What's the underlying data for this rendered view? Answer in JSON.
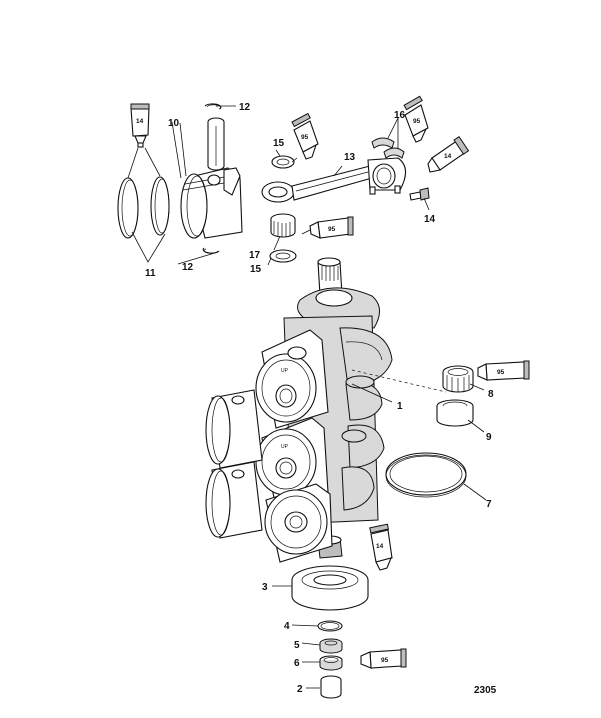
{
  "diagram": {
    "figure_number": "2305",
    "piston_mark": "UP",
    "callouts": [
      "1",
      "2",
      "3",
      "4",
      "5",
      "6",
      "7",
      "8",
      "9",
      "10",
      "11",
      "12",
      "12",
      "13",
      "14",
      "15",
      "15",
      "16",
      "17"
    ],
    "tube_labels": [
      "14",
      "95",
      "95",
      "14",
      "95",
      "95",
      "14",
      "95"
    ]
  }
}
